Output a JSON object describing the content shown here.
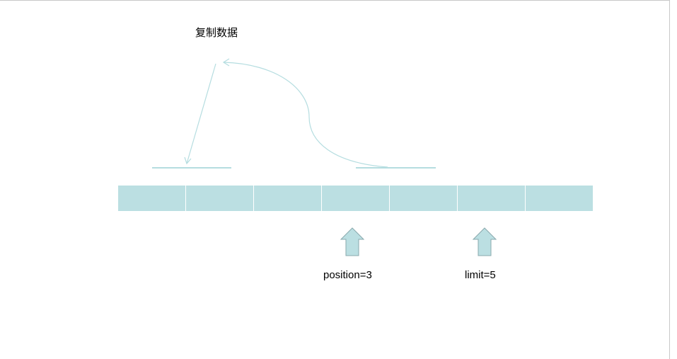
{
  "title": "复制数据",
  "buffer": {
    "cell_count": 7
  },
  "pointers": [
    {
      "label": "position=3",
      "index": 3
    },
    {
      "label": "limit=5",
      "index": 5
    }
  ],
  "colors": {
    "cell": "#bbdfe2",
    "arrow_fill": "#bbdfe2",
    "arrow_stroke": "#8aa9ad",
    "line": "#b5dde0"
  }
}
